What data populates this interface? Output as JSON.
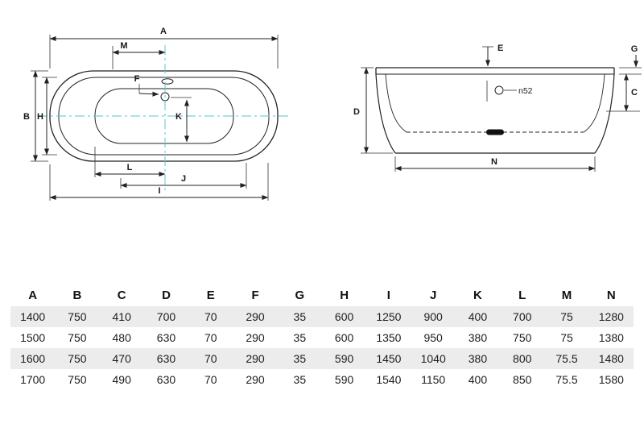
{
  "colors": {
    "line": "#222222",
    "centerline": "#56c5d0",
    "row_alt_bg": "#ececec",
    "drain_fill": "#111111"
  },
  "diagram": {
    "top_view": {
      "labels": {
        "A": "A",
        "M": "M",
        "F": "F",
        "B": "B",
        "H": "H",
        "K": "K",
        "L": "L",
        "J": "J",
        "I": "I"
      }
    },
    "side_view": {
      "labels": {
        "E": "E",
        "G": "G",
        "C": "C",
        "D": "D",
        "N": "N"
      },
      "overflow_diameter_label": "n52"
    }
  },
  "table": {
    "headers": [
      "A",
      "B",
      "C",
      "D",
      "E",
      "F",
      "G",
      "H",
      "I",
      "J",
      "K",
      "L",
      "M",
      "N"
    ],
    "rows": [
      [
        "1400",
        "750",
        "410",
        "700",
        "70",
        "290",
        "35",
        "600",
        "1250",
        "900",
        "400",
        "700",
        "75",
        "1280"
      ],
      [
        "1500",
        "750",
        "480",
        "630",
        "70",
        "290",
        "35",
        "600",
        "1350",
        "950",
        "380",
        "750",
        "75",
        "1380"
      ],
      [
        "1600",
        "750",
        "470",
        "630",
        "70",
        "290",
        "35",
        "590",
        "1450",
        "1040",
        "380",
        "800",
        "75.5",
        "1480"
      ],
      [
        "1700",
        "750",
        "490",
        "630",
        "70",
        "290",
        "35",
        "590",
        "1540",
        "1150",
        "400",
        "850",
        "75.5",
        "1580"
      ]
    ]
  }
}
